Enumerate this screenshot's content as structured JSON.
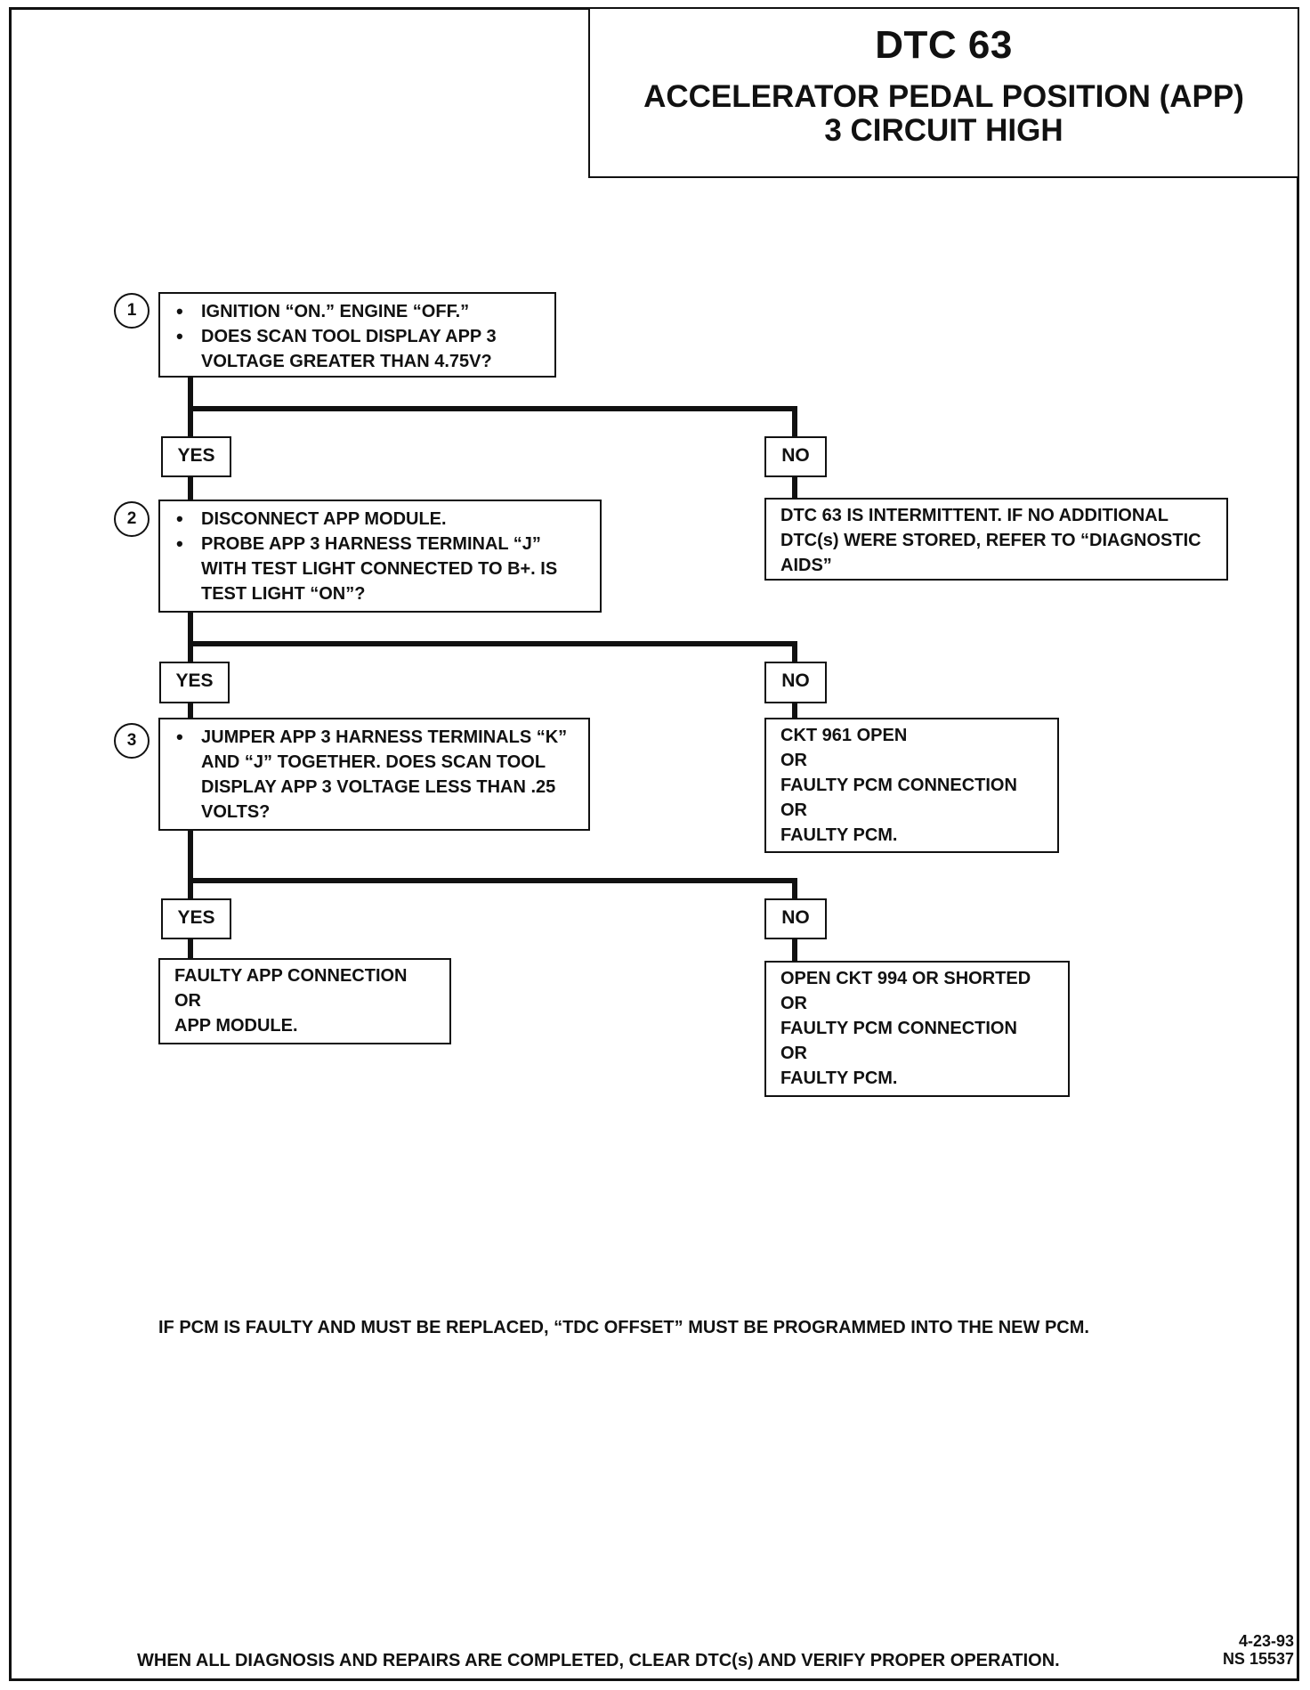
{
  "header": {
    "title": "DTC 63",
    "subtitle_line1": "ACCELERATOR PEDAL POSITION (APP)",
    "subtitle_line2": "3 CIRCUIT HIGH"
  },
  "steps": [
    {
      "number": "1",
      "items": [
        "IGNITION “ON.” ENGINE “OFF.”",
        "DOES SCAN TOOL DISPLAY APP 3 VOLTAGE GREATER THAN 4.75V?"
      ]
    },
    {
      "number": "2",
      "items": [
        "DISCONNECT APP MODULE.",
        "PROBE APP 3 HARNESS TERMINAL “J” WITH TEST LIGHT CONNECTED TO B+. IS TEST LIGHT “ON”?"
      ]
    },
    {
      "number": "3",
      "items": [
        "JUMPER APP 3 HARNESS TERMINALS “K” AND “J” TOGETHER. DOES SCAN TOOL DISPLAY APP 3 VOLTAGE LESS THAN .25 VOLTS?"
      ]
    }
  ],
  "labels": {
    "yes": "YES",
    "no": "NO"
  },
  "results": {
    "no1": "DTC 63 IS INTERMITTENT. IF NO ADDITIONAL DTC(s) WERE STORED, REFER TO “DIAGNOSTIC AIDS”",
    "no2": [
      "CKT 961 OPEN",
      "OR",
      "FAULTY PCM CONNECTION",
      "OR",
      "FAULTY PCM."
    ],
    "yes3": [
      "FAULTY APP CONNECTION",
      "OR",
      "APP MODULE."
    ],
    "no3": [
      "OPEN CKT 994 OR SHORTED",
      "OR",
      "FAULTY PCM CONNECTION",
      "OR",
      "FAULTY PCM."
    ]
  },
  "footnote": "IF PCM IS FAULTY AND MUST BE REPLACED, “TDC OFFSET” MUST BE PROGRAMMED INTO THE NEW PCM.",
  "footer": "WHEN ALL DIAGNOSIS AND REPAIRS ARE COMPLETED, CLEAR DTC(s) AND VERIFY PROPER OPERATION.",
  "meta": {
    "date": "4-23-93",
    "ref": "NS 15537"
  }
}
